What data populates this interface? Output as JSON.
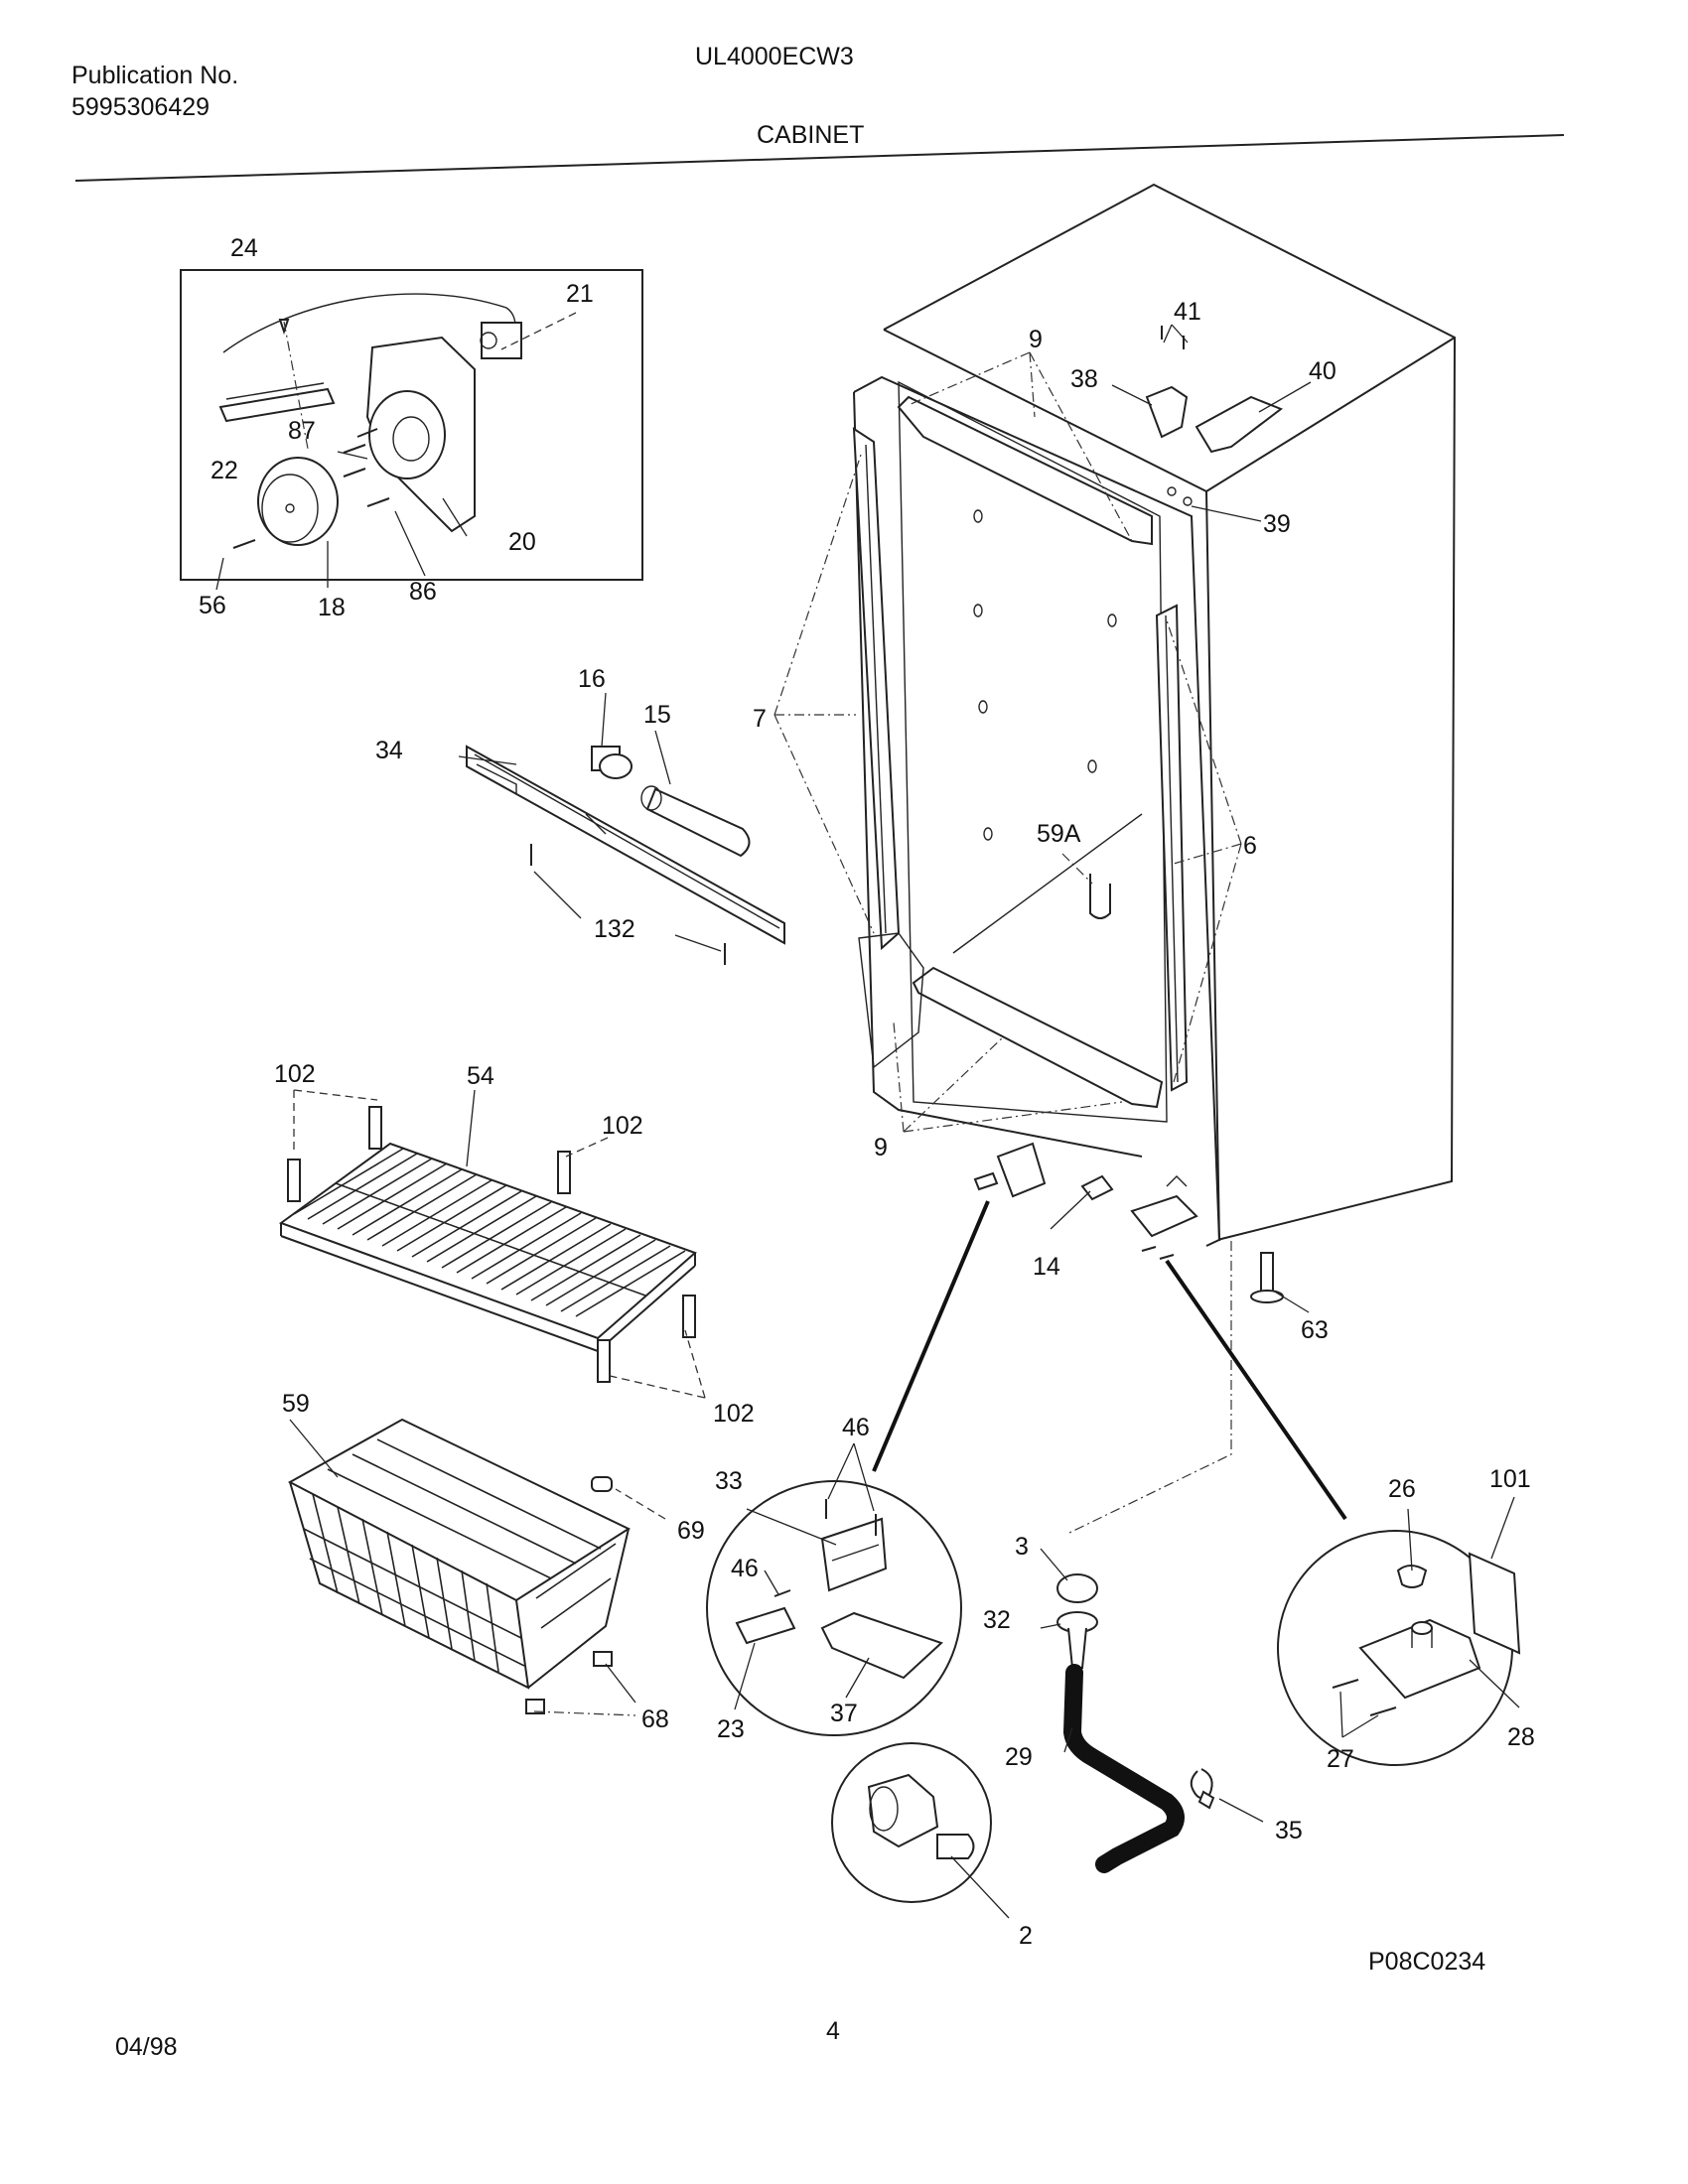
{
  "header": {
    "publication_label": "Publication No.",
    "publication_number": "5995306429",
    "model": "UL4000ECW3",
    "section": "CABINET"
  },
  "footer": {
    "date": "04/98",
    "page": "4",
    "drawing_code": "P08C0234"
  },
  "callouts": {
    "c24": "24",
    "c21": "21",
    "c22": "22",
    "c87": "87",
    "c20": "20",
    "c56": "56",
    "c18": "18",
    "c86": "86",
    "c16": "16",
    "c15": "15",
    "c34": "34",
    "c132": "132",
    "c9a": "9",
    "c38": "38",
    "c41": "41",
    "c40": "40",
    "c39": "39",
    "c7": "7",
    "c6": "6",
    "c59a": "59A",
    "c9b": "9",
    "c14": "14",
    "c63": "63",
    "c102a": "102",
    "c54": "54",
    "c102b": "102",
    "c102c": "102",
    "c59": "59",
    "c69": "69",
    "c68": "68",
    "c46a": "46",
    "c33": "33",
    "c46b": "46",
    "c23": "23",
    "c37": "37",
    "c3": "3",
    "c32": "32",
    "c29": "29",
    "c35": "35",
    "c2": "2",
    "c26": "26",
    "c101": "101",
    "c27": "27",
    "c28": "28"
  }
}
